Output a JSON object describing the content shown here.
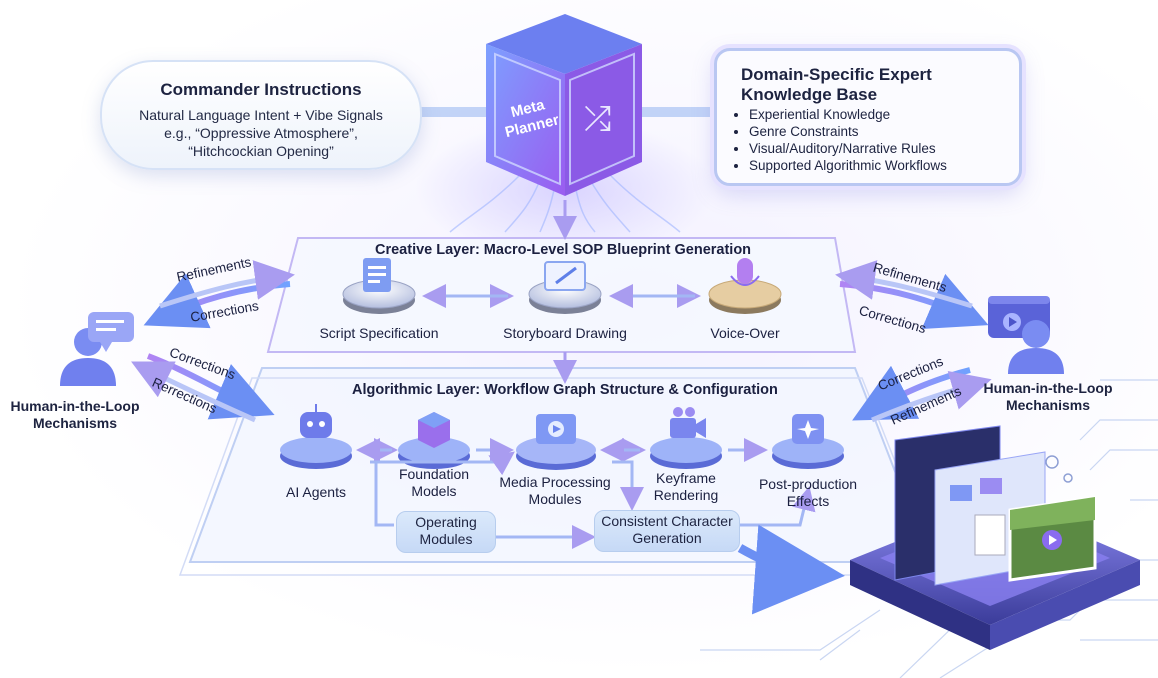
{
  "commander": {
    "title": "Commander Instructions",
    "line1": "Natural Language Intent + Vibe Signals",
    "line2": "e.g., “Oppressive Atmosphere”,",
    "line3": "“Hitchcockian Opening”"
  },
  "planner": {
    "line1": "Meta",
    "line2": "Planner"
  },
  "knowledge_base": {
    "title_line1": "Domain-Specific Expert",
    "title_line2": "Knowledge Base",
    "items": [
      "Experiential Knowledge",
      "Genre Constraints",
      "Visual/Auditory/Narrative Rules",
      "Supported Algorithmic Workflows"
    ]
  },
  "creative_layer": {
    "title": "Creative Layer: Macro-Level SOP Blueprint Generation",
    "nodes": [
      "Script Specification",
      "Storyboard Drawing",
      "Voice-Over"
    ]
  },
  "algorithmic_layer": {
    "title": "Algorithmic Layer: Workflow Graph Structure & Configuration",
    "nodes": [
      {
        "line1": "AI Agents",
        "line2": ""
      },
      {
        "line1": "Foundation",
        "line2": "Models"
      },
      {
        "line1": "Media Processing",
        "line2": "Modules"
      },
      {
        "line1": "Keyframe",
        "line2": "Rendering"
      },
      {
        "line1": "Post-production",
        "line2": "Effects"
      }
    ],
    "operating": {
      "line1": "Operating",
      "line2": "Modules"
    },
    "consistent": {
      "line1": "Consistent Character",
      "line2": "Generation"
    }
  },
  "hitl_left": {
    "line1": "Human-in-the-Loop",
    "line2": "Mechanisms"
  },
  "hitl_right": {
    "line1": "Human-in-the-Loop",
    "line2": "Mechanisms"
  },
  "arrow_labels": {
    "left_top_a": "Refinements",
    "left_top_b": "Corrections",
    "left_bottom_a": "Corrections",
    "left_bottom_b": "Rerrections",
    "right_top_a": "Refinements",
    "right_top_b": "Corrections",
    "right_bottom_a": "Corrections",
    "right_bottom_b": "Refinements"
  },
  "icons": {
    "planner": "shuffle-icon",
    "kb": "database-icon",
    "script": "document-icon",
    "storyboard": "drawing-icon",
    "voice": "microphone-icon",
    "agents": "robot-icon",
    "foundation": "cube-icon",
    "media": "media-folder-icon",
    "keyframe": "video-camera-icon",
    "effects": "sparkle-icon",
    "human": "person-icon",
    "chat": "chat-bubble-icon",
    "video": "video-play-icon"
  },
  "colors": {
    "accent": "#8a6cf0",
    "blue": "#5b8ef0",
    "line": "#b7a8f4"
  }
}
